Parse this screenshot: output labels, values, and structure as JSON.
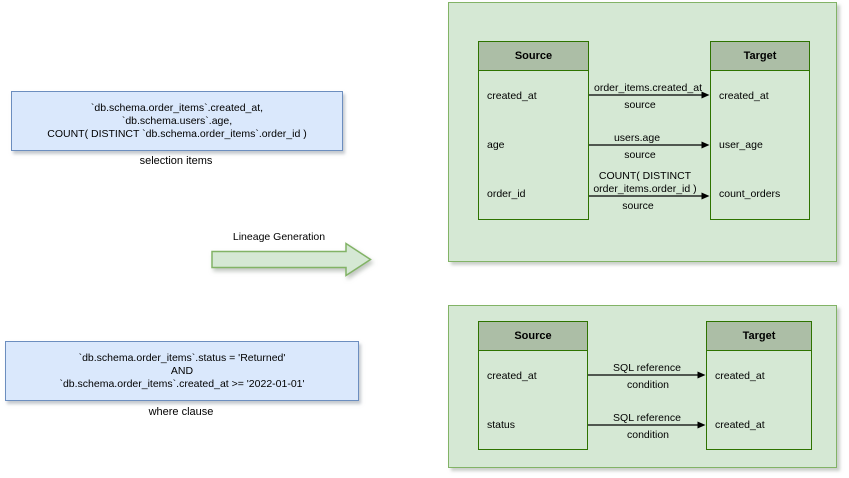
{
  "diagram": {
    "selection_box": {
      "lines": [
        "`db.schema.order_items`.created_at,",
        "`db.schema.users`.age,",
        "COUNT( DISTINCT `db.schema.order_items`.order_id )"
      ],
      "caption": "selection items"
    },
    "where_box": {
      "lines": [
        "`db.schema.order_items`.status = 'Returned'",
        "AND",
        "`db.schema.order_items`.created_at >= '2022-01-01'"
      ],
      "caption": "where clause"
    },
    "flow_arrow_label": "Lineage Generation",
    "selection_panel": {
      "source": {
        "title": "Source",
        "rows": [
          "created_at",
          "age",
          "order_id"
        ]
      },
      "target": {
        "title": "Target",
        "rows": [
          "created_at",
          "user_age",
          "count_orders"
        ]
      },
      "edges": [
        {
          "label": "order_items.created_at",
          "sublabel": "source"
        },
        {
          "label": "users.age",
          "sublabel": "source"
        },
        {
          "label": "COUNT( DISTINCT order_items.order_id )",
          "sublabel": "source"
        }
      ]
    },
    "where_panel": {
      "source": {
        "title": "Source",
        "rows": [
          "created_at",
          "status"
        ]
      },
      "target": {
        "title": "Target",
        "rows": [
          "created_at",
          "created_at"
        ]
      },
      "edges": [
        {
          "label": "SQL reference",
          "sublabel": "condition"
        },
        {
          "label": "SQL reference",
          "sublabel": "condition"
        }
      ]
    },
    "colors": {
      "sql_box_fill": "#dae8fc",
      "sql_box_stroke": "#6c8ebf",
      "panel_fill": "#d5e8d4",
      "panel_stroke": "#82b366",
      "table_stroke": "#2e7300",
      "table_header_fill": "#acbea6",
      "edge_color": "#000000"
    }
  }
}
